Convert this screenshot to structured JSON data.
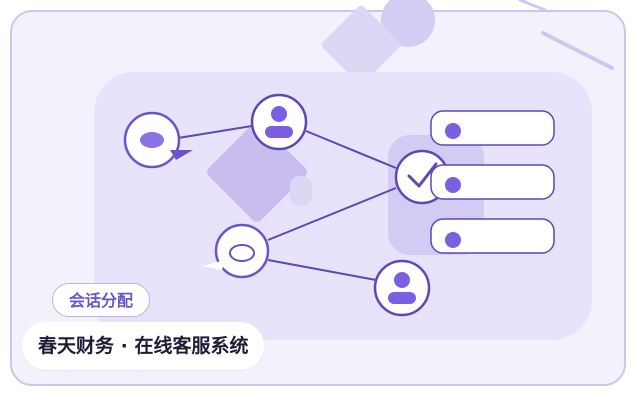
{
  "illustration": {
    "icons": {
      "chat_bubble_left": "chat-bubble-icon",
      "agent_top": "user-icon",
      "agent_bottom": "user-icon",
      "hub_check": "check-icon",
      "chat_bubble_bottom": "chat-bubble-outline-icon"
    },
    "queue_items": 3,
    "colors": {
      "accent": "#7b5fe0",
      "panel": "#e8e3fb",
      "line": "#5b49b5",
      "background": "#f3f1fc"
    }
  },
  "tag": {
    "label": "会话分配"
  },
  "title": {
    "text": "春天财务 · 在线客服系统"
  }
}
